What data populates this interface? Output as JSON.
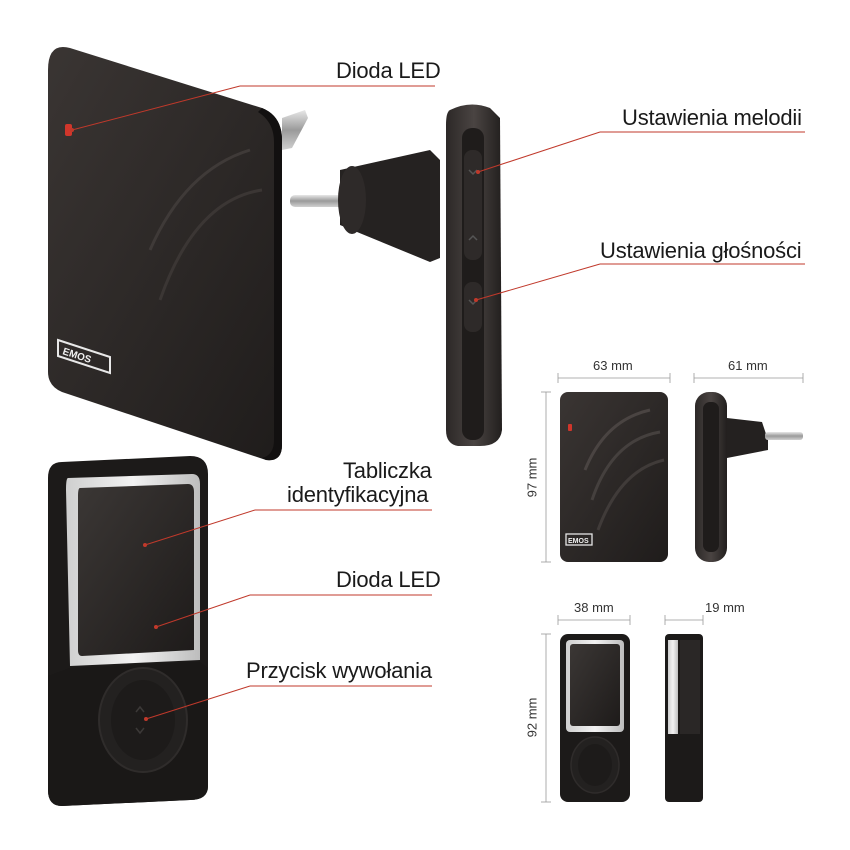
{
  "colors": {
    "device": "#2a2726",
    "device_dark": "#1c1a19",
    "accent_line": "#c0392b",
    "led": "#d0362b",
    "dimension_line": "#999999"
  },
  "callouts": {
    "led_receiver": "Dioda LED",
    "melody_settings": "Ustawienia melodii",
    "volume_settings": "Ustawienia głośności",
    "name_plate_line1": "Tabliczka",
    "name_plate_line2": "identyfikacyjna",
    "led_button": "Dioda LED",
    "call_button": "Przycisk wywołania"
  },
  "brand": {
    "logo": "EMOS"
  },
  "dimensions": {
    "receiver_width": "63 mm",
    "receiver_depth": "61 mm",
    "receiver_height": "97 mm",
    "button_width": "38 mm",
    "button_depth": "19 mm",
    "button_height": "92 mm"
  }
}
